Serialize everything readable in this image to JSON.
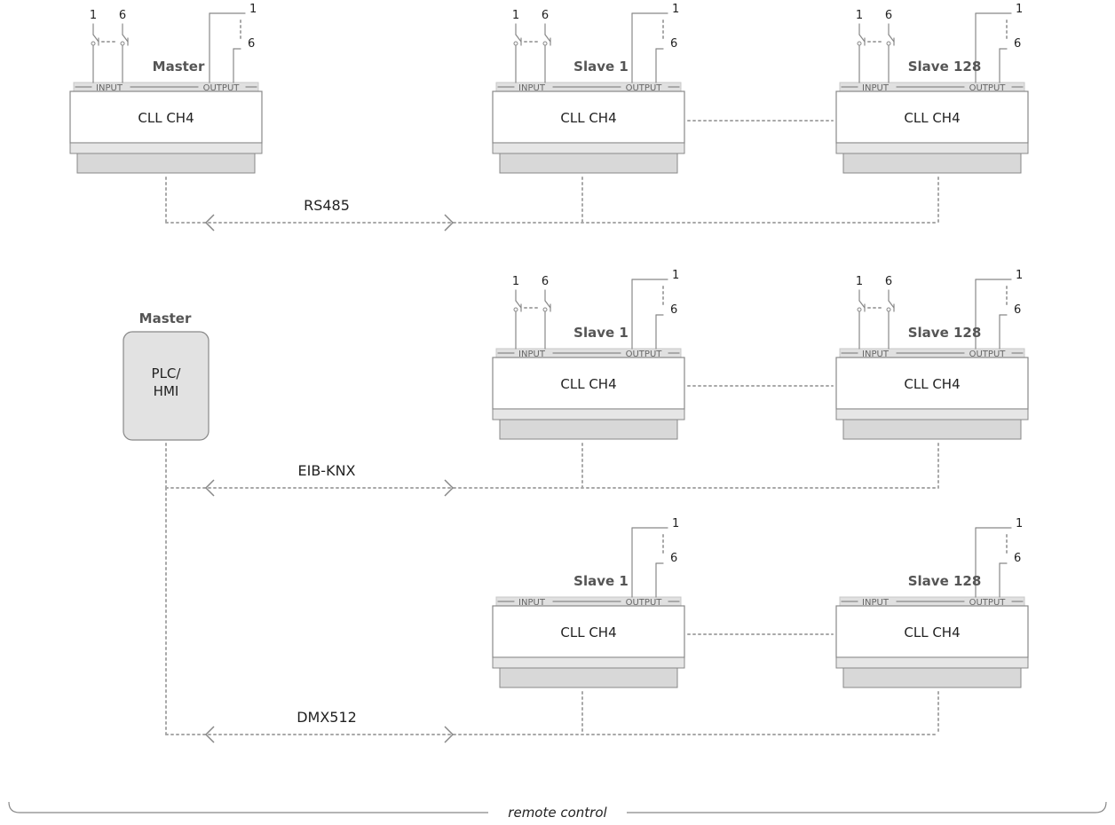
{
  "colors": {
    "line": "#888888",
    "dots": "#a8a8a8",
    "rail": "#e0e0e0",
    "panel_fill": "#d8d8d8",
    "device_fill": "#ffffff",
    "text": "#222222",
    "label": "#555555"
  },
  "device_label": "CLL CH4",
  "input_label": "INPUT",
  "output_label": "OUTPUT",
  "input_first": "1",
  "input_last": "6",
  "output_first": "1",
  "output_last": "6",
  "rows": [
    {
      "master": "Master",
      "slave_a": "Slave 1",
      "slave_b": "Slave 128",
      "bus": "RS485"
    },
    {
      "master": "Master",
      "plc_line1": "PLC/",
      "plc_line2": "HMI",
      "slave_a": "Slave 1",
      "slave_b": "Slave 128",
      "bus": "EIB-KNX"
    },
    {
      "slave_a": "Slave 1",
      "slave_b": "Slave 128",
      "bus": "DMX512"
    }
  ],
  "footer": "remote control"
}
